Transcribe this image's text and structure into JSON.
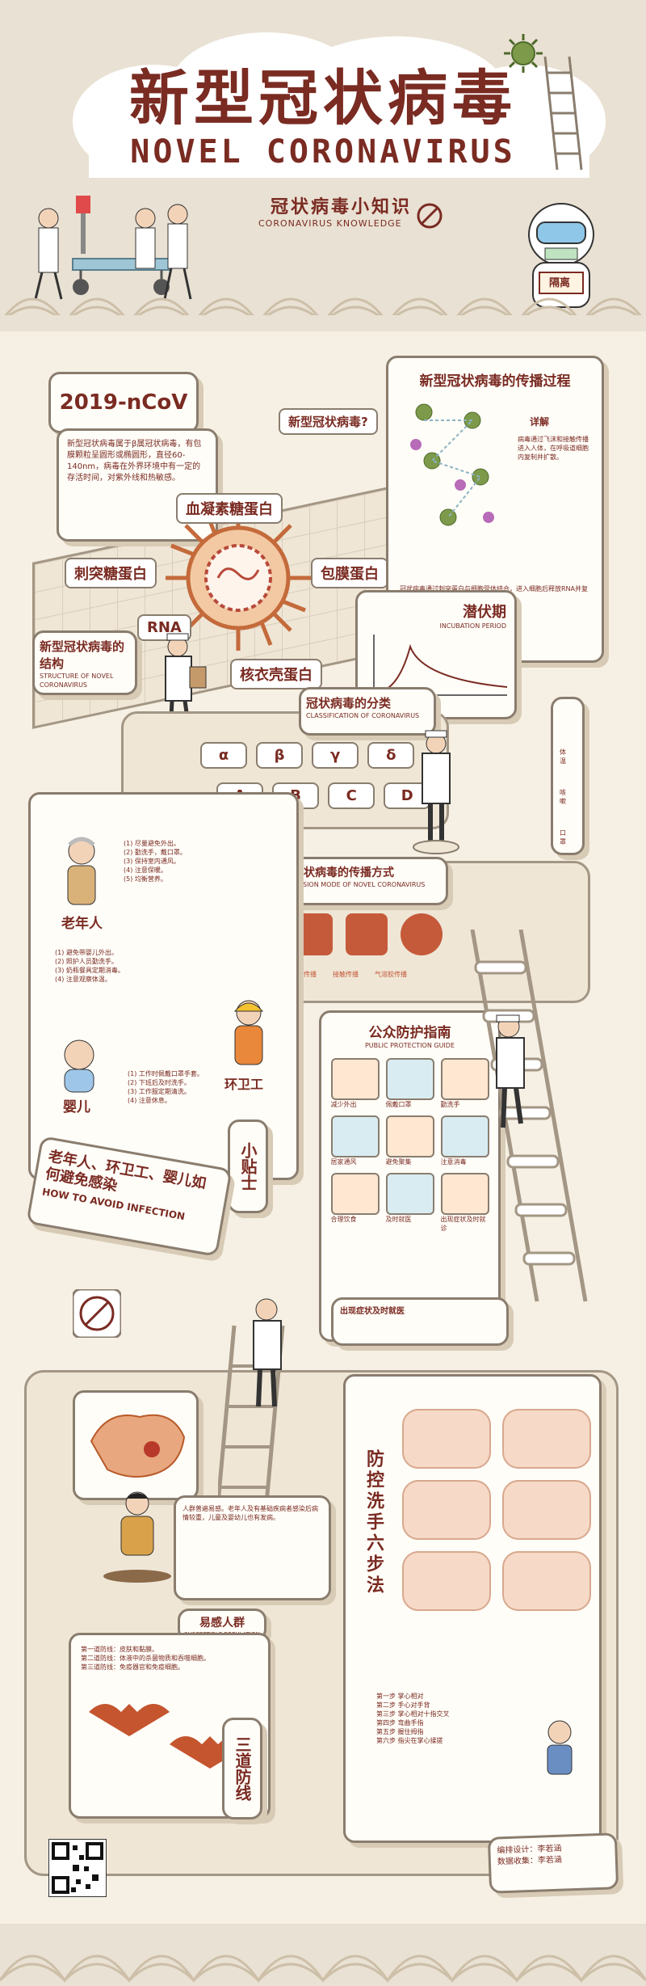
{
  "header": {
    "title_cn": "新型冠状病毒",
    "title_en": "NOVEL CORONAVIRUS",
    "knowledge_cn": "冠状病毒小知识",
    "knowledge_en": "CORONAVIRUS KNOWLEDGE",
    "mask_sign": "隔离"
  },
  "virus_intro": {
    "code": "2019-nCoV",
    "description": "新型冠状病毒属于β属冠状病毒，有包膜颗粒呈圆形或椭圆形，直径60-140nm，病毒在外界环境中有一定的存活时间，对紫外线和热敏感。",
    "question": "新型冠状病毒?"
  },
  "structure": {
    "spike": "刺突糖蛋白",
    "hemagglutinin": "血凝素糖蛋白",
    "envelope": "包膜蛋白",
    "rna": "RNA",
    "nucleocapsid": "核衣壳蛋白",
    "title_cn": "新型冠状病毒的结构",
    "title_en": "STRUCTURE OF NOVEL CORONAVIRUS"
  },
  "transmission_process": {
    "title": "新型冠状病毒的传播过程",
    "detail_label": "详解",
    "text_a": "病毒通过飞沫和接触传播进入人体，在呼吸道细胞内复制并扩散。",
    "text_b": "冠状病毒通过刺突蛋白与细胞受体结合，进入细胞后释放RNA并复制新病毒。"
  },
  "incubation": {
    "title_cn": "潜伏期",
    "title_en": "INCUBATION PERIOD"
  },
  "classification": {
    "title_cn": "冠状病毒的分类",
    "title_en": "CLASSIFICATION OF CORONAVIRUS",
    "greek": [
      "α",
      "β",
      "γ",
      "δ"
    ],
    "symbols": [
      "A",
      "B",
      "C",
      "D"
    ]
  },
  "routes": {
    "title_cn": "新型冠状病毒的传播方式",
    "title_en": "TRANSMISSION MODE OF NOVEL CORONAVIRUS",
    "items": [
      "直接传播",
      "接触传播",
      "气溶胶传播"
    ]
  },
  "side_panel": {
    "items": [
      "体温",
      "咳嗽",
      "口罩"
    ]
  },
  "tips": {
    "elderly": "老年人",
    "baby": "婴儿",
    "cleaner": "环卫工",
    "elderly_text": [
      "(1) 尽量避免外出。",
      "(2) 勤洗手，戴口罩。",
      "(3) 保持室内通风。",
      "(4) 注意保暖。",
      "(5) 均衡营养。"
    ],
    "baby_text": [
      "(1) 避免带婴儿外出。",
      "(2) 照护人员勤洗手。",
      "(3) 奶瓶餐具定期消毒。",
      "(4) 注意观察体温。"
    ],
    "cleaner_text": [
      "(1) 工作时佩戴口罩手套。",
      "(2) 下班后及时洗手。",
      "(3) 工作服定期清洗。",
      "(4) 注意休息。"
    ],
    "tip_label": "小贴士",
    "banner_cn": "老年人、环卫工、婴儿如何避免感染",
    "banner_en": "HOW TO AVOID INFECTION"
  },
  "public": {
    "title_cn": "公众防护指南",
    "title_en": "PUBLIC PROTECTION GUIDE",
    "captions": [
      "减少外出",
      "佩戴口罩",
      "勤洗手",
      "居家通风",
      "避免聚集",
      "注意消毒",
      "合理饮食",
      "及时就医",
      "出现症状及时就诊"
    ],
    "hotline": "出现症状及时就医"
  },
  "handwash": {
    "title": "防控洗手六步法",
    "steps_text": [
      "第一步 掌心相对",
      "第二步 手心对手背",
      "第三步 掌心相对十指交叉",
      "第四步 弯曲手指",
      "第五步 握住拇指",
      "第六步 指尖在掌心揉搓"
    ]
  },
  "susceptible": {
    "label_cn": "易感人群",
    "label_en": "SUSCEPTIBLE POPULATION",
    "text": "人群普遍易感。老年人及有基础疾病者感染后病情较重，儿童及婴幼儿也有发病。"
  },
  "defense": {
    "label": "三道防线",
    "lines": [
      "第一道防线：皮肤和黏膜。",
      "第二道防线：体液中的杀菌物质和吞噬细胞。",
      "第三道防线：免疫器官和免疫细胞。"
    ]
  },
  "credits": {
    "editor": "编排设计：李若涵",
    "collector": "数据收集：李若涵"
  },
  "colors": {
    "accent": "#7a2b22",
    "background": "#f6f0e4",
    "header": "#e9e1d3",
    "line": "#8a7d6e"
  }
}
